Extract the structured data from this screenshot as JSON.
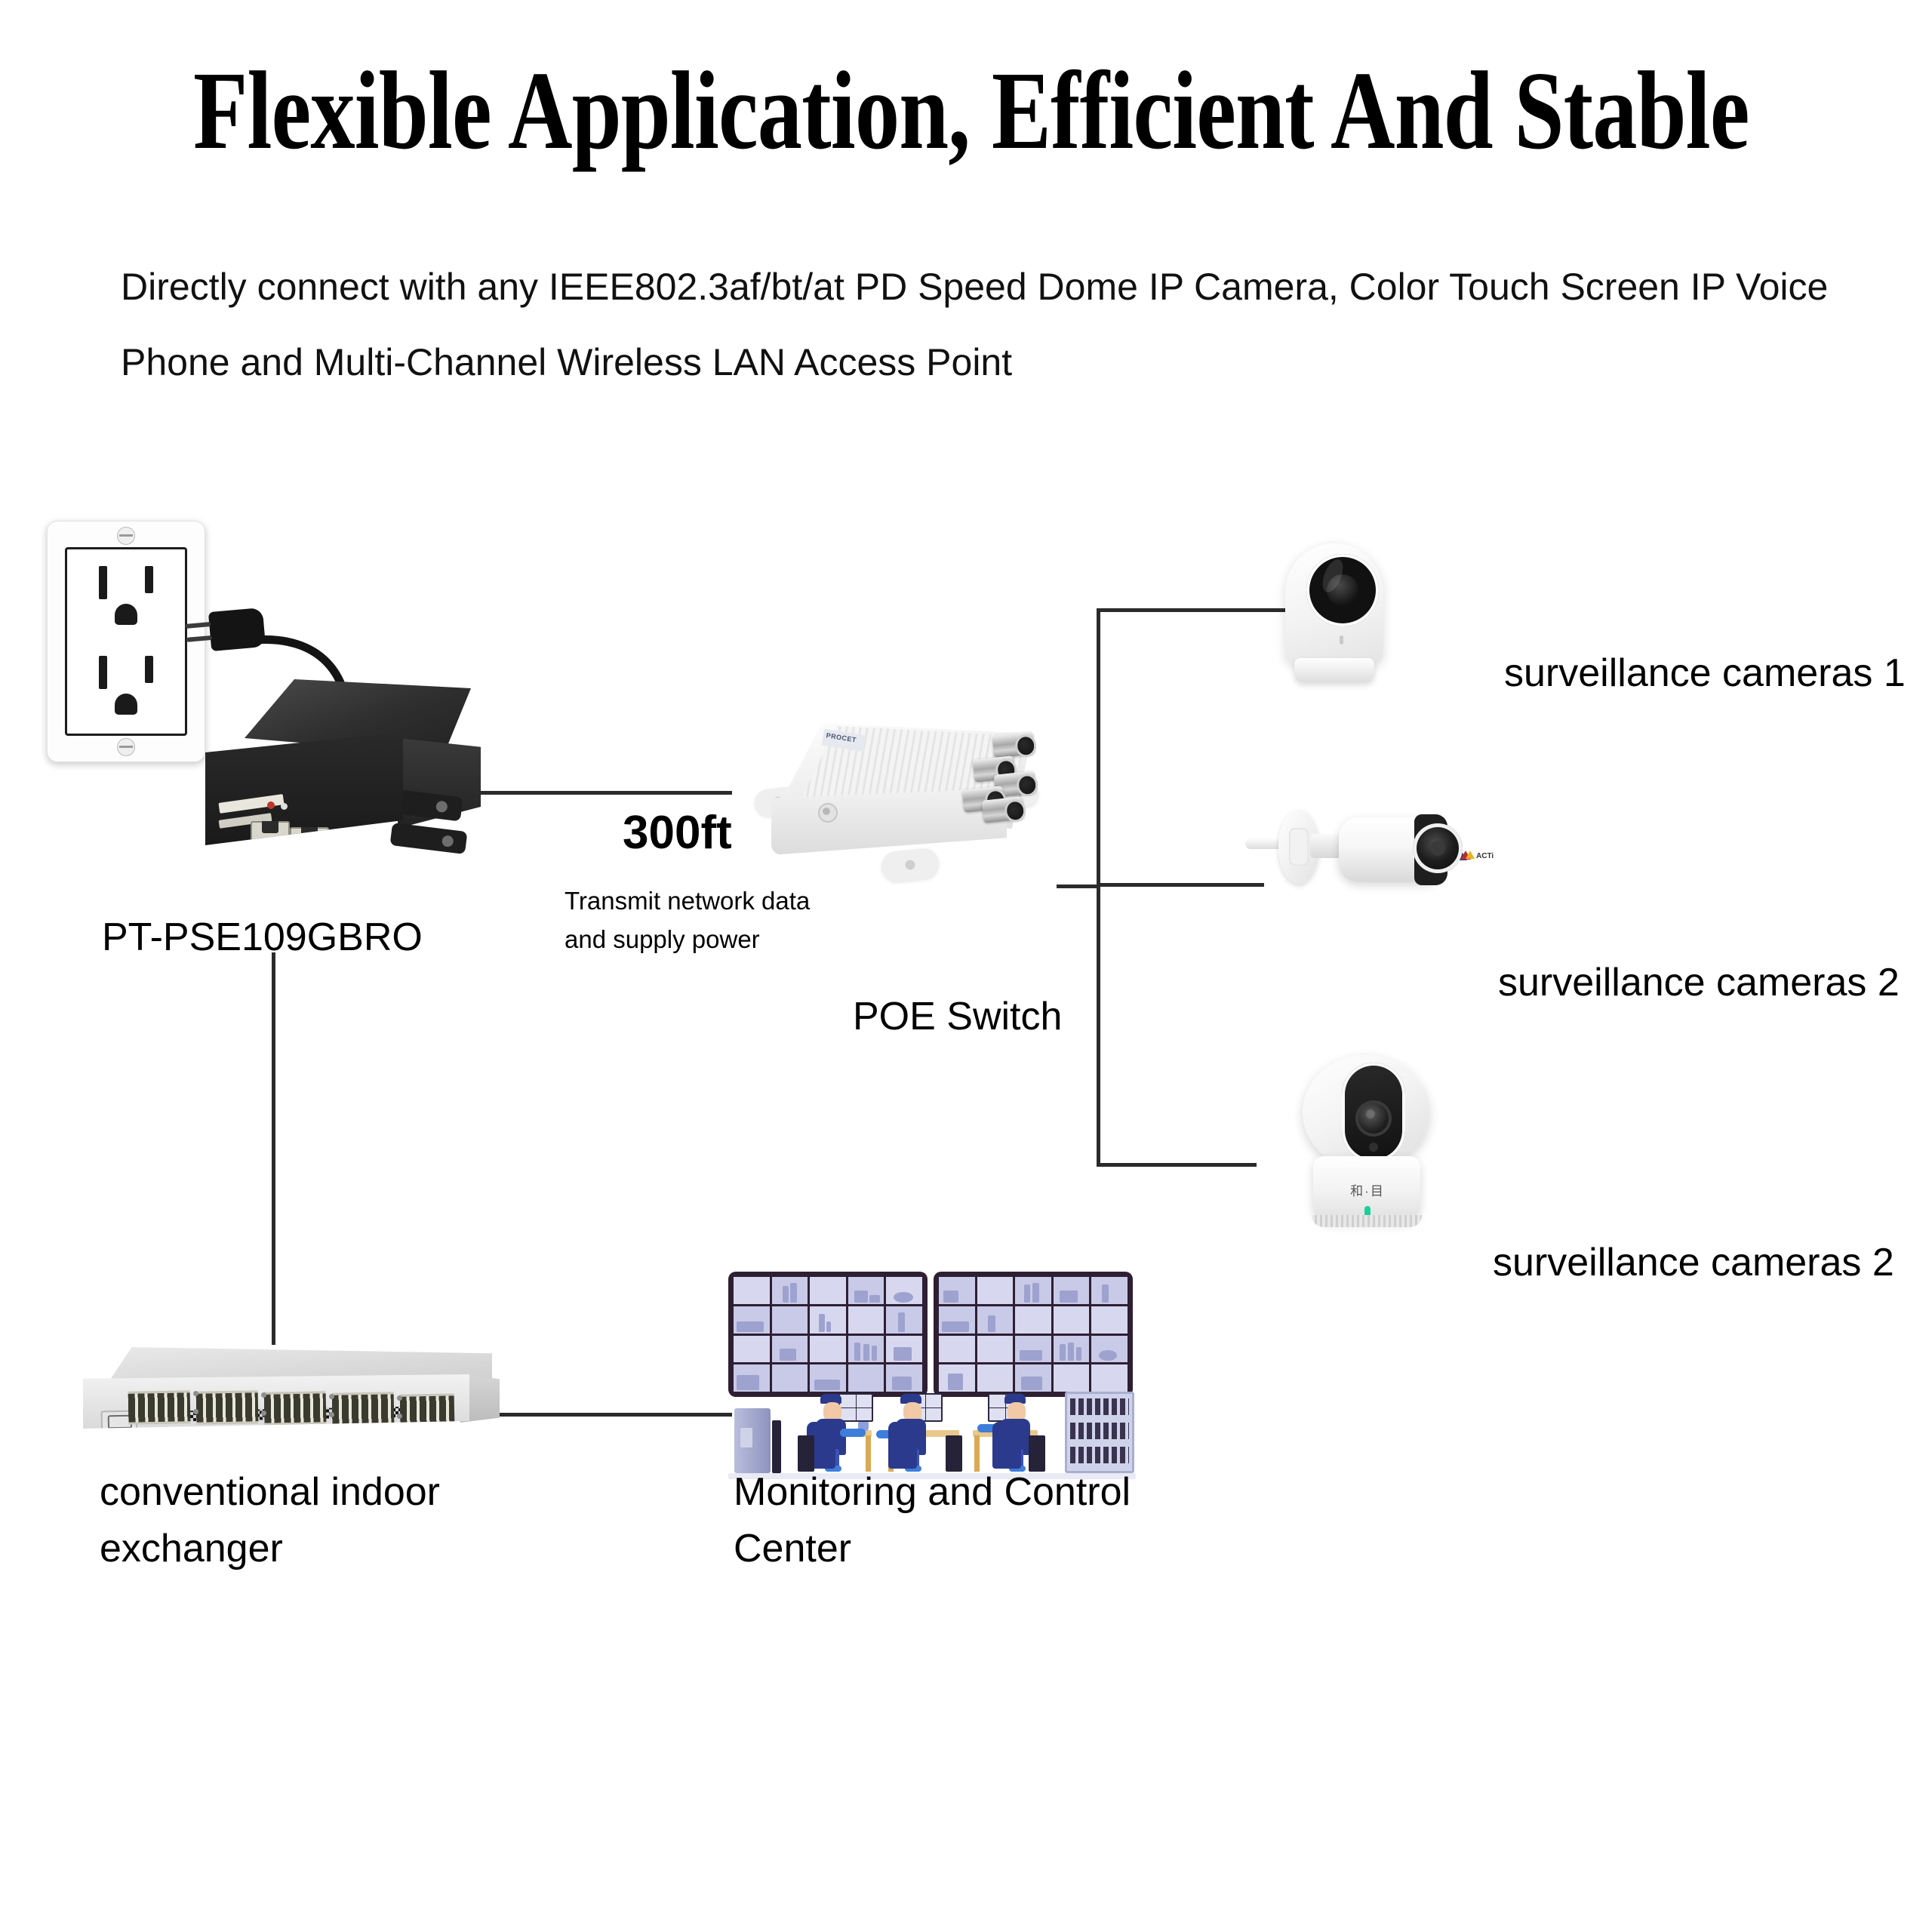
{
  "header": {
    "title": "Flexible Application, Efficient And Stable",
    "subtitle": "Directly connect with any IEEE802.3af/bt/at PD Speed Dome IP Camera, Color Touch Screen IP Voice Phone and Multi-Channel Wireless LAN Access Point"
  },
  "diagram": {
    "injector": {
      "label": "PT-PSE109GBRO",
      "brand": "PROCET"
    },
    "link": {
      "distance": "300ft",
      "note": "Transmit network data\nand supply power"
    },
    "poe_switch": {
      "label": "POE Switch",
      "brand": "PROCET"
    },
    "cameras": [
      {
        "label": "surveillance cameras 1",
        "type": "cube-camera"
      },
      {
        "label": "surveillance cameras 2",
        "type": "bullet-camera",
        "brand": "ACTi"
      },
      {
        "label": "surveillance cameras 2",
        "type": "ptz-dome-camera",
        "brand": "和·目"
      }
    ],
    "exchanger": {
      "label": "conventional indoor\nexchanger"
    },
    "control_center": {
      "label": "Monitoring and Control\nCenter"
    }
  },
  "colors": {
    "line": "#2b2b2b",
    "text": "#000000",
    "background": "#ffffff",
    "injector_body": "#1f1f1f",
    "switch_body": "#f0f0f0",
    "monitor_frame": "#2f1f33",
    "monitor_feed": "#d7d8ef",
    "uniform": "#2b3a8c",
    "accent_led": "#1ccf9a"
  }
}
